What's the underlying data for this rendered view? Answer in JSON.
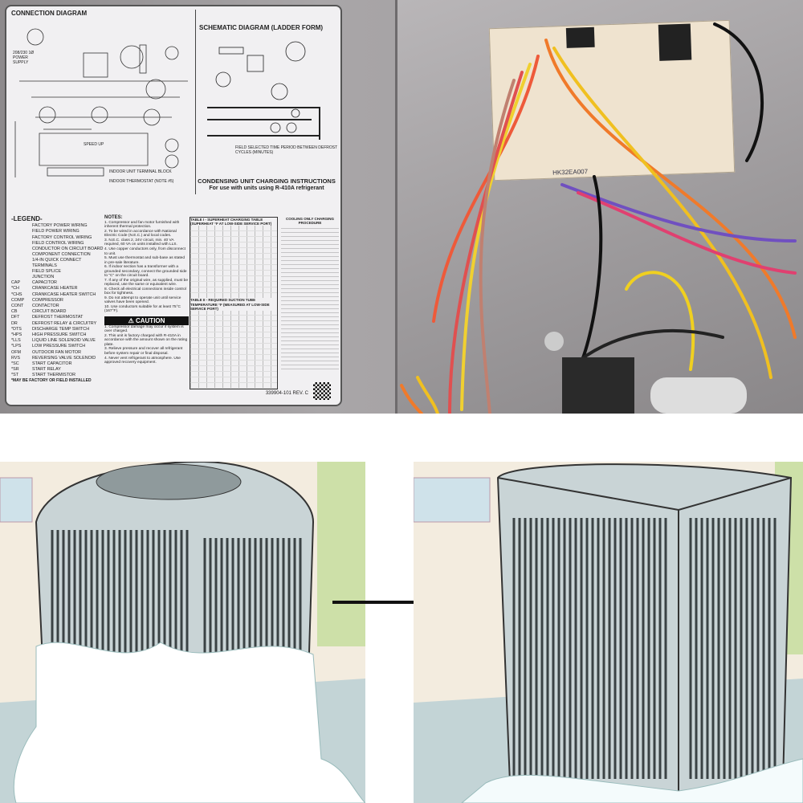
{
  "label": {
    "connection_title": "CONNECTION DIAGRAM",
    "schematic_title": "SCHEMATIC DIAGRAM (LADDER FORM)",
    "power_supply": "208/230 1Ø POWER SUPPLY",
    "indoor_terminal": "INDOOR UNIT TERMINAL BLOCK",
    "indoor_thermostat": "INDOOR THERMOSTAT (NOTE #5)",
    "speed_up": "SPEED UP",
    "defrost_text": "FIELD SELECTED TIME PERIOD BETWEEN DEFROST CYCLES (MINUTES)",
    "charging_title": "CONDENSING UNIT CHARGING INSTRUCTIONS",
    "charging_subtitle": "For use with units using R-410A refrigerant",
    "table1_title": "TABLE I - SUPERHEAT CHARGING TABLE (SUPERHEAT °F AT LOW-SIDE SERVICE PORT)",
    "table2_title": "TABLE II - REQUIRED SUCTION TUBE TEMPERATURE °F (MEASURED AT LOW-SIDE SERVICE PORT)",
    "procedure_title": "COOLING ONLY CHARGING PROCEDURE",
    "legend_title": "-LEGEND-",
    "legend": [
      {
        "abbr": "",
        "text": "FACTORY POWER WIRING"
      },
      {
        "abbr": "",
        "text": "FIELD POWER WIRING"
      },
      {
        "abbr": "",
        "text": "FACTORY CONTROL WIRING"
      },
      {
        "abbr": "",
        "text": "FIELD CONTROL WIRING"
      },
      {
        "abbr": "",
        "text": "CONDUCTOR ON CIRCUIT BOARD"
      },
      {
        "abbr": "",
        "text": "COMPONENT CONNECTION"
      },
      {
        "abbr": "",
        "text": "1/4-IN QUICK CONNECT TERMINALS"
      },
      {
        "abbr": "",
        "text": "FIELD SPLICE"
      },
      {
        "abbr": "",
        "text": "JUNCTION"
      },
      {
        "abbr": "CAP",
        "text": "CAPACITOR"
      },
      {
        "abbr": "*CH",
        "text": "CRANKCASE HEATER"
      },
      {
        "abbr": "*CHS",
        "text": "CRANKCASE HEATER SWITCH"
      },
      {
        "abbr": "COMP",
        "text": "COMPRESSOR"
      },
      {
        "abbr": "CONT",
        "text": "CONTACTOR"
      },
      {
        "abbr": "CB",
        "text": "CIRCUIT BOARD"
      },
      {
        "abbr": "DFT",
        "text": "DEFROST THERMOSTAT"
      },
      {
        "abbr": "DR",
        "text": "DEFROST RELAY & CIRCUITRY"
      },
      {
        "abbr": "*DTS",
        "text": "DISCHARGE TEMP SWITCH"
      },
      {
        "abbr": "*HPS",
        "text": "HIGH PRESSURE SWITCH"
      },
      {
        "abbr": "*LLS",
        "text": "LIQUID LINE SOLENOID VALVE"
      },
      {
        "abbr": "*LPS",
        "text": "LOW PRESSURE SWITCH"
      },
      {
        "abbr": "OFM",
        "text": "OUTDOOR FAN MOTOR"
      },
      {
        "abbr": "RVS",
        "text": "REVERSING VALVE SOLENOID"
      },
      {
        "abbr": "*SC",
        "text": "START CAPACITOR"
      },
      {
        "abbr": "*SR",
        "text": "START RELAY"
      },
      {
        "abbr": "*ST",
        "text": "START THERMISTOR"
      }
    ],
    "legend_footnote": "*MAY BE FACTORY OR FIELD INSTALLED",
    "notes_title": "NOTES:",
    "notes": [
      "1. Compressor and fan motor furnished with inherent thermal protection.",
      "2. To be wired in accordance with National Electric Code (N.E.C.) and local codes.",
      "3. N.E.C. class 2, 24V circuit, min. 40 VA required, 60 VA on units installed with LLS.",
      "4. Use copper conductors only, from disconnect to unit.",
      "5. Must use thermostat and sub-base as stated in pre-sale literature.",
      "6. If indoor section has a transformer with a grounded secondary, connect the grounded side to \"C\" on the circuit board.",
      "7. If any of the original wire, as supplied, must be replaced, use the same or equivalent wire.",
      "8. Check all electrical connections inside control box for tightness.",
      "9. Do not attempt to operate unit until service valves have been opened.",
      "10. Use conductors suitable for at least 75°C (167°F)."
    ],
    "caution_title": "CAUTION",
    "caution": [
      "1. Compressor damage may occur if system is over charged.",
      "2. This unit is factory charged with R-410A in accordance with the amount shown on the rating plate.",
      "3. Relieve pressure and recover all refrigerant before system repair or final disposal.",
      "4. Never vent refrigerant to atmosphere. Use approved recovery equipment."
    ],
    "part_number": "339904-101 REV. C"
  },
  "board": {
    "model": "HK32EA007"
  },
  "colors": {
    "label_bg": "#f1f0f2",
    "panel_metal": "#a4a1a3",
    "board": "#efe3cf",
    "unit": "#c9d4d6",
    "ice": "#ffffff",
    "floor": "#c3d4d6",
    "wall": "#f3ecdf"
  },
  "illustration": {
    "left_state": "frozen",
    "right_state": "thawed",
    "arrow_icon": "arrow-right-icon"
  }
}
